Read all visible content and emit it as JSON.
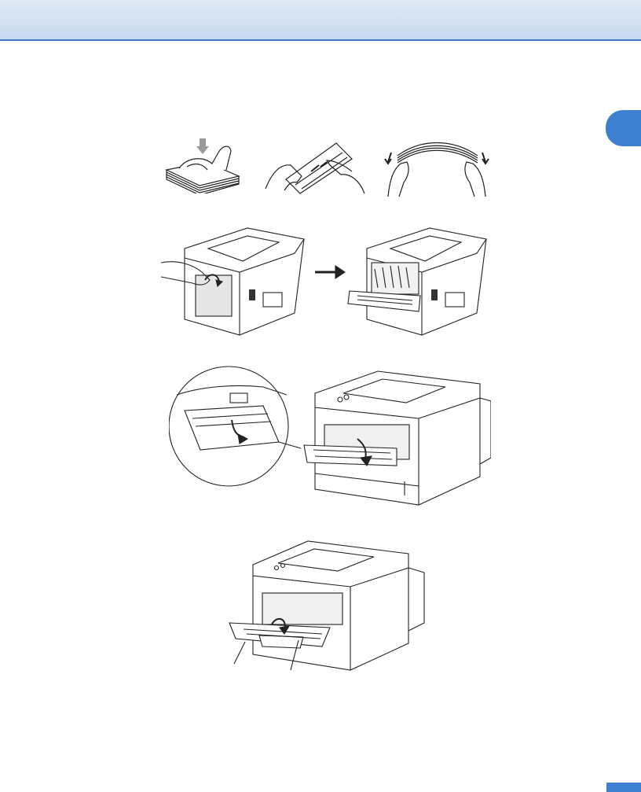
{
  "header": {
    "band_color": "#c7d9ef",
    "rule_color": "#3f77c0"
  },
  "chapter_tab": {
    "label": "",
    "color": "#3f7fd0"
  },
  "page_number": {
    "label": ""
  },
  "illustrations": [
    {
      "name": "fan-envelope-stack",
      "icon": "hand-press-stack-icon"
    },
    {
      "name": "flatten-envelope-edges",
      "icon": "hands-flatten-icon"
    },
    {
      "name": "bend-envelope-stack",
      "icon": "hands-bend-icon"
    },
    {
      "name": "open-back-cover",
      "icon": "printer-back-cover-icon"
    },
    {
      "name": "open-mp-tray",
      "icon": "printer-mp-tray-icon"
    },
    {
      "name": "pull-out-support",
      "icon": "printer-support-flap-icon"
    }
  ]
}
